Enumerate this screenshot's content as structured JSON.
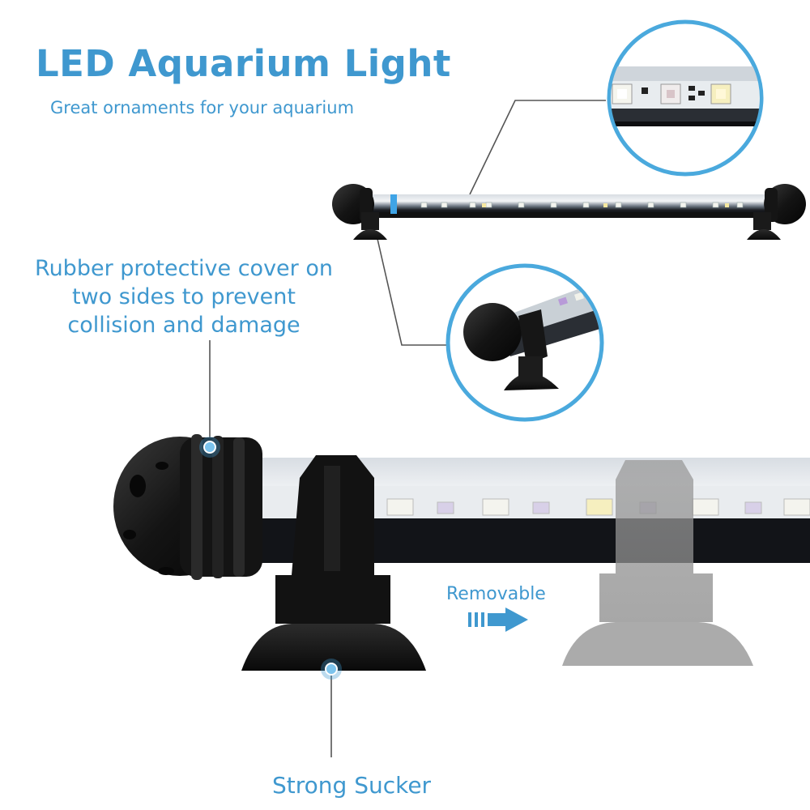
{
  "header": {
    "title": "LED Aquarium Light",
    "subtitle": "Great ornaments for your aquarium"
  },
  "callouts": {
    "rubber_cover_lines": [
      "Rubber protective cover on",
      "two sides to prevent",
      "collision and damage"
    ],
    "removable": "Removable",
    "strong_sucker": "Strong Sucker"
  },
  "colors": {
    "accent_blue": "#3f98cf",
    "product_black": "#151515",
    "led_white": "#f4f4ee",
    "led_yellow": "#f6efbf"
  }
}
